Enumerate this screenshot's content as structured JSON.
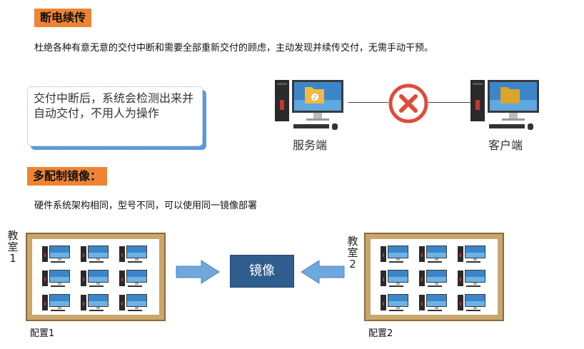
{
  "section1": {
    "tag": "断电续传",
    "description": "杜绝各种有意无意的交付中断和需要全部重新交付的顾虑，主动发现并续传交付，无需手动干预。",
    "note": "交付中断后，系统会检测出来并自动交付，不用人为操作",
    "server_label": "服务端",
    "client_label": "客户端"
  },
  "section2": {
    "tag": "多配制镜像：",
    "description": "硬件系统架构相同，型号不同，可以使用同一镜像部署",
    "room1": "教室1",
    "room2": "教室2",
    "mirror_label": "镜像",
    "config1": "配置1",
    "config2": "配置2"
  },
  "colors": {
    "tag_bg": "#ee8433",
    "accent_blue": "#5b9bd5",
    "mirror_bg": "#2f5e8e",
    "error_red": "#e04b3b",
    "frame_gold": "#c9a66b"
  }
}
